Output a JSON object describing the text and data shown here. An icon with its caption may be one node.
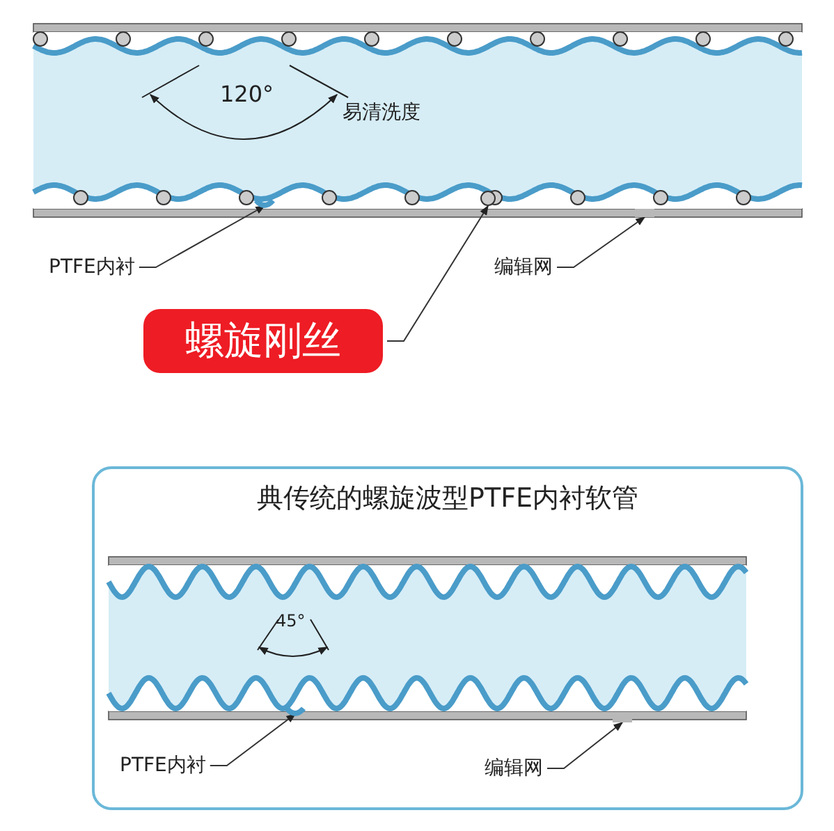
{
  "diagram": {
    "nodes": [
      {
        "text": [
          "PTFE内衬"
        ]
      },
      {
        "text": [],
        "shape": "wave"
      },
      {
        "text": [
          "螺旋刚丝"
        ]
      },
      {
        "text": [],
        "shape": "circle"
      },
      {
        "text": [
          "编辑网"
        ]
      },
      {
        "text": [],
        "shape": "bar"
      },
      {
        "text": [
          "典传统的螺旋波型PTFE内衬软管"
        ]
      },
      {
        "text": [
          "PTFE内衬"
        ],
        "in": 6
      },
      {
        "text": [],
        "shape": "wave",
        "in": 6
      },
      {
        "text": [
          "编辑网"
        ],
        "in": 6
      },
      {
        "text": [],
        "shape": "bar",
        "in": 6
      }
    ],
    "edges": [
      {
        "from": 0,
        "to": 1,
        "arrow": "to"
      },
      {
        "from": 2,
        "to": 3,
        "arrow": "to"
      },
      {
        "from": 4,
        "to": 5,
        "arrow": "to"
      },
      {
        "from": 7,
        "to": 8,
        "arrow": "to"
      },
      {
        "from": 9,
        "to": 10,
        "arrow": "to"
      }
    ],
    "labels": [
      "120°",
      "易清洗度",
      "45°"
    ]
  }
}
